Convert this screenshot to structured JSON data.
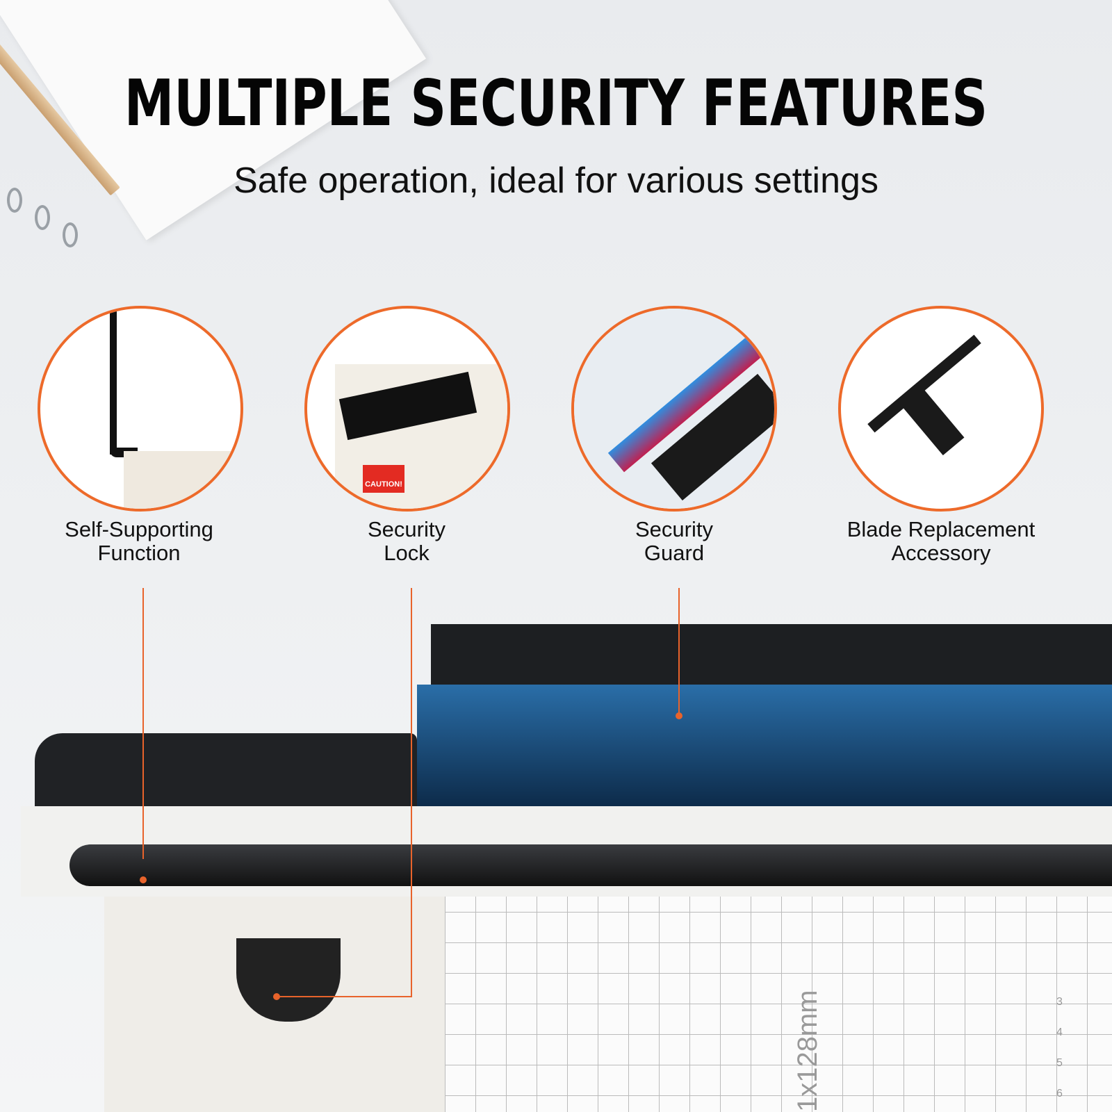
{
  "title": "MULTIPLE SECURITY FEATURES",
  "subtitle": "Safe operation, ideal for various settings",
  "features": [
    {
      "label": "Self-Supporting Function",
      "icon": "support-rod"
    },
    {
      "label": "Security Lock",
      "icon": "lock-latch"
    },
    {
      "label": "Security Guard",
      "icon": "blue-guard"
    },
    {
      "label": "Blade Replacement Accessory",
      "icon": "t-tool"
    }
  ],
  "caution_label": "CAUTION!",
  "board_text": "1x128mm",
  "ruler_numbers": [
    "3",
    "4",
    "5",
    "6"
  ],
  "accent_color": "#ed6a2a"
}
